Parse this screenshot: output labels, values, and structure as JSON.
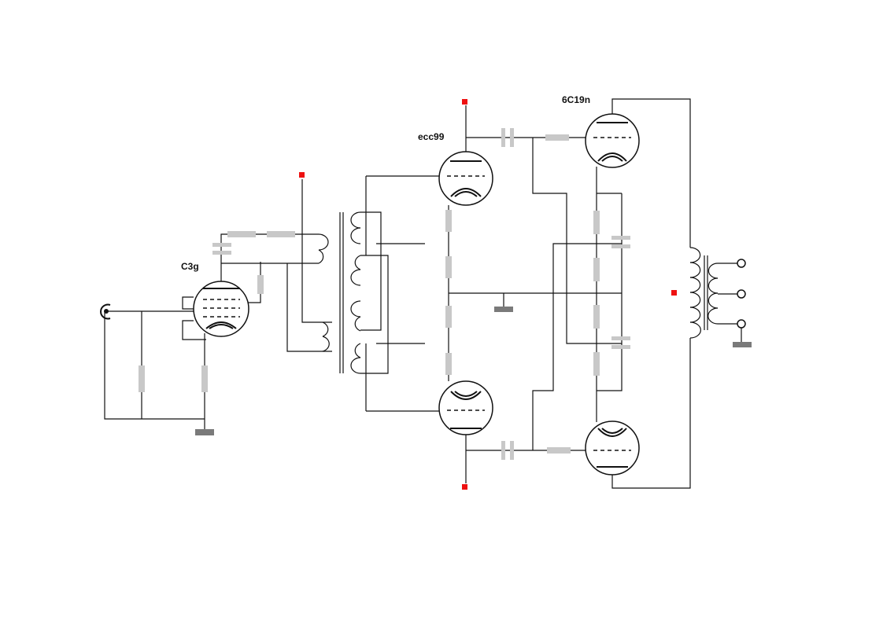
{
  "schematic": {
    "tubes": {
      "input": "C3g",
      "driver": "ecc99",
      "output": "6C19n"
    }
  },
  "colors": {
    "wire": "#111111",
    "component": "#c8c8c8",
    "ground": "#7a7a7a",
    "supply": "#ee1111",
    "background": "#ffffff"
  }
}
